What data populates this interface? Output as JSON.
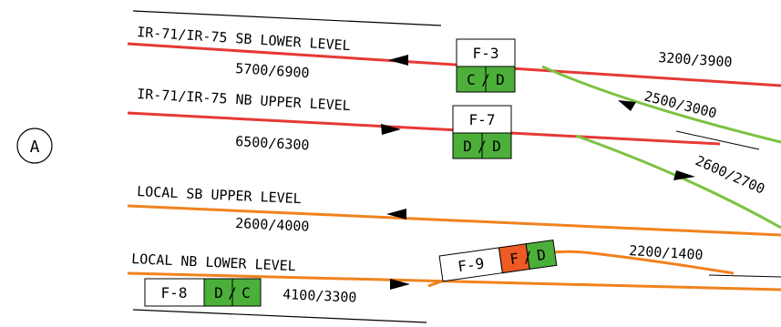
{
  "section_marker": "A",
  "roadways": [
    {
      "label": "IR-71/IR-75 SB LOWER LEVEL",
      "volume": "5700/6900",
      "color": "#e53935"
    },
    {
      "label": "IR-71/IR-75 NB UPPER LEVEL",
      "volume": "6500/6300",
      "color": "#e53935"
    },
    {
      "label": "LOCAL SB UPPER LEVEL",
      "volume": "2600/4000",
      "color": "#f0821e"
    },
    {
      "label": "LOCAL NB LOWER LEVEL",
      "volume": "4100/3300",
      "color": "#f0821e"
    }
  ],
  "ramp_volumes": {
    "sb_mainline_right": "3200/3900",
    "entry_ramp": "2500/3000",
    "exit_ramp": "2600/2700",
    "local_nb_right": "2200/1400"
  },
  "segments": [
    {
      "id": "F-3",
      "los_am": "C",
      "los_pm": "D",
      "am_color": "#4caf3a",
      "pm_color": "#4caf3a"
    },
    {
      "id": "F-7",
      "los_am": "D",
      "los_pm": "D",
      "am_color": "#4caf3a",
      "pm_color": "#4caf3a"
    },
    {
      "id": "F-9",
      "los_am": "F",
      "los_pm": "D",
      "am_color": "#ee5a24",
      "pm_color": "#4caf3a"
    },
    {
      "id": "F-8",
      "los_am": "D",
      "los_pm": "C",
      "am_color": "#4caf3a",
      "pm_color": "#4caf3a"
    }
  ],
  "ramp_color": "#7cc242",
  "separator": "/"
}
